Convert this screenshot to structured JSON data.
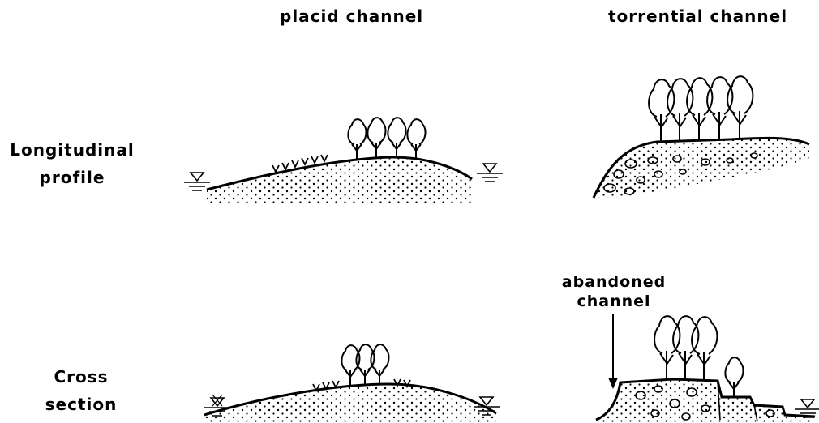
{
  "headers": {
    "placid": "placid channel",
    "torrential": "torrential channel"
  },
  "rows": {
    "longitudinal": {
      "line1": "Longitudinal",
      "line2": "profile"
    },
    "cross": {
      "line1": "Cross",
      "line2": "section"
    }
  },
  "annotation": {
    "line1": "abandoned",
    "line2": "channel"
  }
}
